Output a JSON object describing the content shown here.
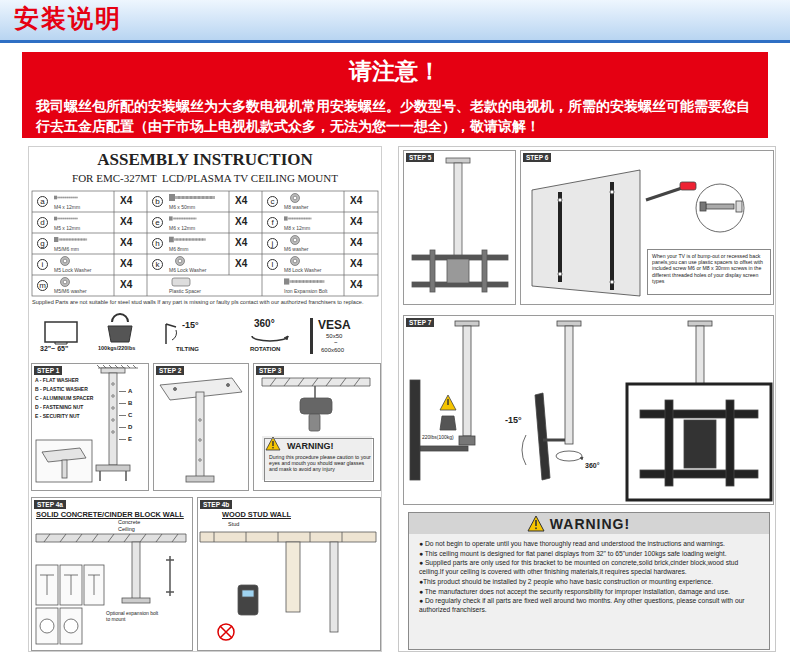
{
  "diagram": {
    "title": "安装说明",
    "nodes": [
      {
        "text": [
          "请注意！",
          "我司螺丝包所配的安装螺丝为大多数电视机常用安装螺丝。少数型号、老款的电视机，所需的安装螺丝可能需要您自行去五金店配置（由于市场上电视机款式众多，无法为您一一想全），敬请谅解！"
        ]
      },
      {
        "text": [
          "ASSEMBLY INSTRUCTION",
          "FOR EMC-327MT  LCD/PLASMA TV CEILING MOUNT"
        ]
      },
      {
        "text": [
          "STEP 1"
        ],
        "in": 1
      },
      {
        "text": [
          "STEP 2"
        ],
        "in": 1
      },
      {
        "text": [
          "STEP 3"
        ],
        "in": 1
      },
      {
        "text": [
          "WARNING!",
          "During this procedure please caution to your eyes and mouth you should wear glasses and mask to avoid any injury"
        ],
        "in": 4
      },
      {
        "text": [
          "STEP 4a",
          "SOLID CONCRETE/CINDER BLOCK WALL"
        ],
        "in": 1
      },
      {
        "text": [
          "STEP 4b",
          "WOOD STUD WALL"
        ],
        "in": 1
      },
      {
        "text": [
          "STEP 5"
        ]
      },
      {
        "text": [
          "STEP 6"
        ]
      },
      {
        "text": [
          "When your TV is of bump-out or recessed back panels,you can use plastic spacers to offset with included screw M6 or M8 x 30mm screws in the different threaded holes of your display screen types"
        ],
        "in": 9
      },
      {
        "text": [
          "STEP 7"
        ]
      },
      {
        "text": [
          "WARNING!",
          "● Do not begin to operate until you have thoroughly read and understood the instructions and warnings.",
          "● This ceiling mount is designed for flat panel displays from 32\" to 65\"under 100kgs safe loading weight.",
          "● Supplied parts are only used for this bracket to be mounted on concrete,solid brick,cinder block,wood stud ceiling.If your ceiling is covered with other finishing materials,it requires special hardwares.",
          "●This product should be installed by 2 people who have basic construction or mounting experience.",
          "● The manufacturer does not accept the security responsibility for improper installation, damage and use.",
          "● Do regularly check if all parts are fixed well around two months. Any other questions, please consult with our authorized franchisers."
        ]
      }
    ],
    "labels": [
      "a",
      "M4 x 12mm",
      "X4",
      "b",
      "M6 x 50mm",
      "X4",
      "c",
      "M8 washer",
      "X4",
      "d",
      "M5 x 12mm",
      "X4",
      "e",
      "M6 x 12mm",
      "X4",
      "f",
      "M8 x 12mm",
      "X4",
      "g",
      "M5/M6 mm",
      "X4",
      "h",
      "M6 8mm",
      "X4",
      "j",
      "M6 washer",
      "X4",
      "i",
      "M5 Lock Washer",
      "X4",
      "k",
      "M6 Lock Washer",
      "X4",
      "l",
      "M8 Lock Washer",
      "X4",
      "m",
      "M5/M6 washer",
      "X4",
      "Plastic Spacer",
      "Iron Expansion Bolt",
      "X4",
      "Supplied Parts are not suitable for steel stud walls If any part is missing or faulty pls contact with our authorized franchisers to replace.",
      "32\"~ 65\"",
      "100kgs/220lbs",
      "-15°",
      "TILTING",
      "360°",
      "ROTATION",
      "VESA",
      "50x50",
      "~",
      "600x600",
      "A - FLAT WASHER",
      "B - PLASTIC WASHER",
      "C - ALUMINIUM SPACER",
      "D - FASTENING NUT",
      "E - SECURITY NUT",
      "A",
      "B",
      "C",
      "D",
      "E",
      "Concrete Ceiling",
      "Optional expansion bolt to mount",
      "Stud",
      "220lbs(100kg)",
      "-15°",
      "360°"
    ]
  }
}
